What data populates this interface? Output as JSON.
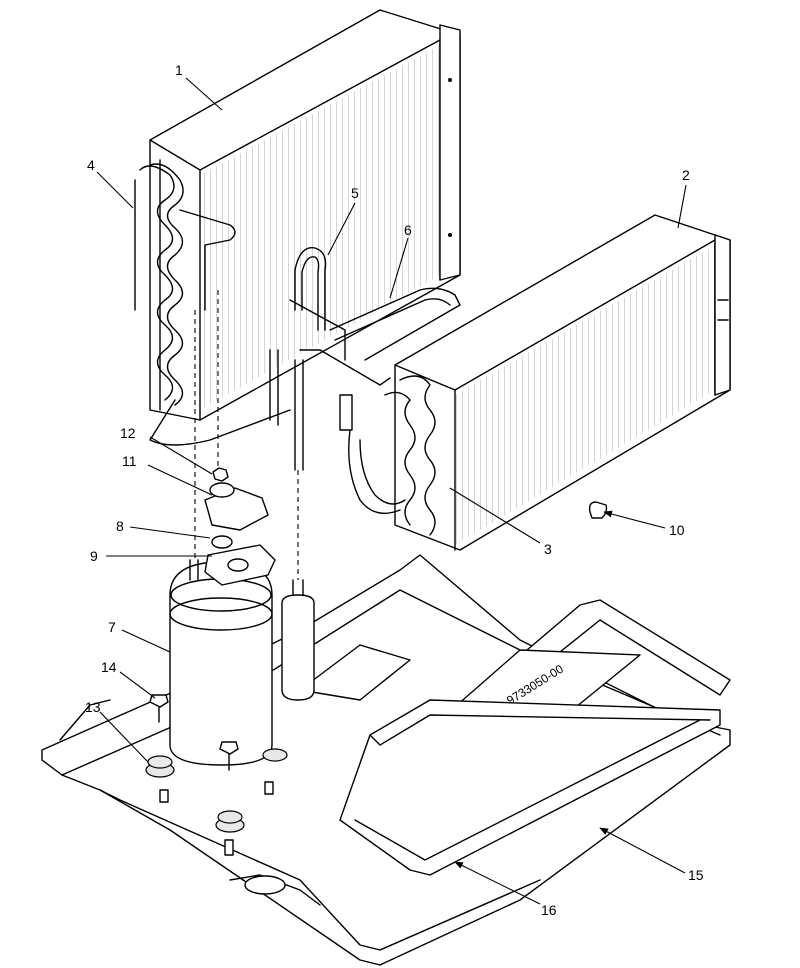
{
  "callouts": [
    {
      "label": "1"
    },
    {
      "label": "2"
    },
    {
      "label": "3"
    },
    {
      "label": "4"
    },
    {
      "label": "5"
    },
    {
      "label": "6"
    },
    {
      "label": "7"
    },
    {
      "label": "8"
    },
    {
      "label": "9"
    },
    {
      "label": "10"
    },
    {
      "label": "11"
    },
    {
      "label": "12"
    },
    {
      "label": "13"
    },
    {
      "label": "14"
    },
    {
      "label": "15"
    },
    {
      "label": "16"
    }
  ],
  "drain_pan_stamp": "9733050-00"
}
